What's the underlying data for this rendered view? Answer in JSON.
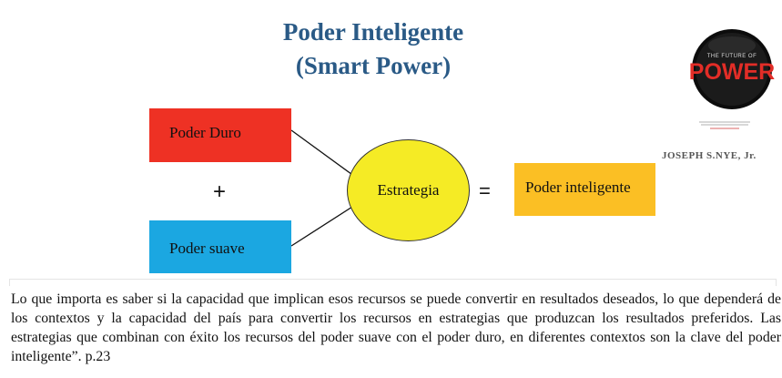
{
  "title": {
    "line1": "Poder Inteligente",
    "line2": "(Smart Power)"
  },
  "diagram": {
    "box_duro": "Poder Duro",
    "plus": "+",
    "box_suave": "Poder suave",
    "circle": "Estrategia",
    "equals": "=",
    "box_result": "Poder inteligente",
    "colors": {
      "duro": "#ee3124",
      "suave": "#1ba7e1",
      "circle": "#f5eb25",
      "result": "#fbbf24",
      "title": "#2a5a86"
    }
  },
  "book": {
    "cover_line1": "THE FUTURE OF",
    "cover_line2": "POWER",
    "author": "JOSEPH S.NYE, Jr."
  },
  "quote": "Lo que importa es saber si la capacidad que implican esos recursos se puede convertir en resultados deseados, lo que dependerá de los contextos y la capacidad del país para convertir los recursos en estrategias que produzcan los resultados preferidos. Las estrategias que combinan con éxito los recursos del poder suave con el poder duro, en diferentes  contextos son la clave del poder inteligente”. p.23"
}
